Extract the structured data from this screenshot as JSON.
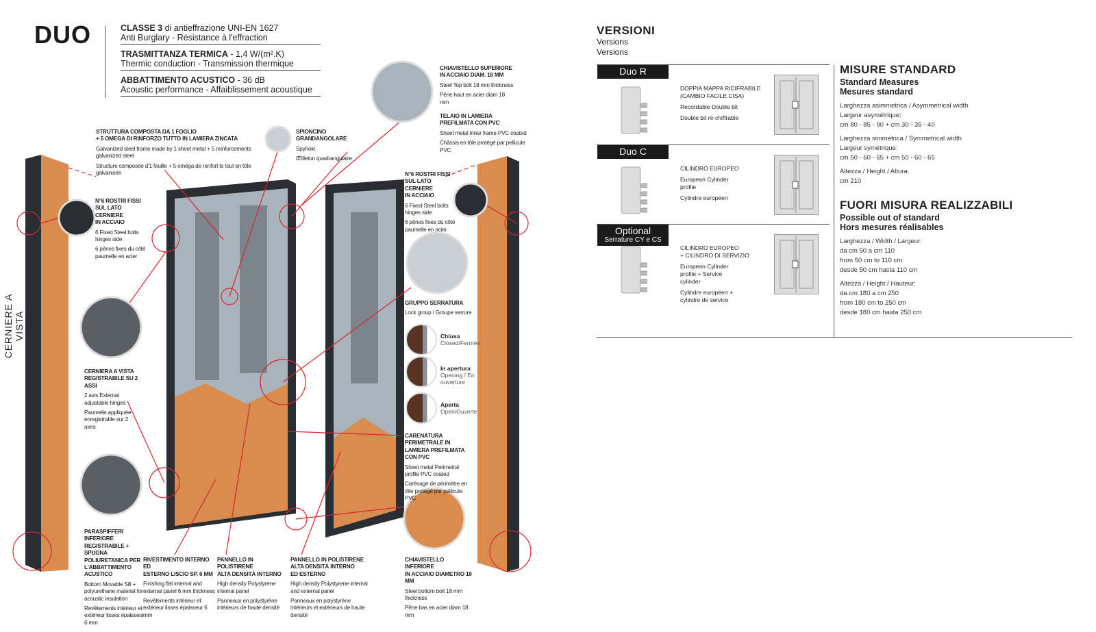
{
  "header": {
    "logo": "DUO",
    "specs": [
      {
        "bold": "CLASSE 3",
        "rest": " di antieffrazione UNI-EN 1627",
        "sub": "Anti Burglary - Résistance à l'effraction"
      },
      {
        "bold": "TRASMITTANZA TERMICA",
        "rest": " - 1,4 W/(m².K)",
        "sub": "Thermic conduction - Transmission thermique"
      },
      {
        "bold": "ABBATTIMENTO ACUSTICO",
        "rest": " - 36 dB",
        "sub": "Acoustic performance - Affaiblissement acoustique"
      }
    ]
  },
  "side_label": "CERNIERE A VISTA",
  "callouts": {
    "structure": {
      "title": [
        "STRUTTURA COMPOSTA DA 1 FOGLIO",
        "+ 5 OMEGA DI RINFORZO TUTTO IN LAMIERA ZINCATA"
      ],
      "lines": [
        "Galvanized steel frame made by 1 sheet metal + 5 reinforcements galvanized steel",
        "Structure composée d'1 feuille + 5 oméga de renfort le tout en tôle galvanisée"
      ]
    },
    "spyhole": {
      "title": [
        "SPIONCINO",
        "GRANDANGOLARE"
      ],
      "lines": [
        "Spyhole",
        "Œilleton quadrangulaire"
      ]
    },
    "top_bolt": {
      "title": [
        "CHIAVISTELLO SUPERIORE",
        "IN ACCIAIO DIAM. 18 mm"
      ],
      "lines": [
        "Steel Top bolt 18 mm thickness",
        "Pêne haut en acier diam 18 mm"
      ]
    },
    "inner_frame": {
      "title": [
        "TELAIO IN LAMIERA",
        "PREFILMATA CON PVC"
      ],
      "lines": [
        "Sheet metal inner frame PVC coated",
        "Châssis en tôle protégé par pellicule PVC"
      ]
    },
    "bolts_left": {
      "title": [
        "N°6 ROSTRI FISSI",
        "SUL LATO CERNIERE",
        "IN ACCIAIO"
      ],
      "lines": [
        "6 Fixed Steel bolts hinges side",
        "6 pênes fixes du côté paumelle en acier"
      ]
    },
    "bolts_right": {
      "title": [
        "N°6 ROSTRI FISSI",
        "SUL LATO CERNIERE",
        "IN ACCIAIO"
      ],
      "lines": [
        "6 Fixed Steel bolts hinges side",
        "6 pênes fixes du côté paumelle en acier"
      ]
    },
    "hinges": {
      "title": [
        "CERNIERA A VISTA",
        "REGISTRABILE SU 2 ASSI"
      ],
      "lines": [
        "2 axis External adjustable hinges",
        "Paumelle appliquée enregistrable sur 2 axes"
      ]
    },
    "lock_group": {
      "title": [
        "GRUPPO SERRATURA"
      ],
      "lines": [
        "Lock group / Groupe serrure"
      ]
    },
    "perimetral": {
      "title": [
        "CARENATURA PERIMETRALE IN",
        "LAMIERA PREFILMATA CON PVC"
      ],
      "lines": [
        "Sheet metal Perimetral profile PVC coated",
        "Carénage de périmètre en tôle protégé par pellicule PVC"
      ]
    },
    "sill": {
      "title": [
        "PARASPIFFERI INFERIORE",
        "REGISTRABILE + SPUGNA",
        "POLIURETANICA PER",
        "L'ABBATTIMENTO ACUSTICO"
      ],
      "lines": [
        "Bottom Movable Sill + polyurethane material for acoustic insulation",
        "Revêtements intérieur et extérieur lisses épaisseur 6 mm"
      ]
    },
    "finishing": {
      "title": [
        "RIVESTIMENTO INTERNO ED",
        "ESTERNO LISCIO SP. 6 mm"
      ],
      "lines": [
        "Finishing flat internal and external panel 6 mm thickness",
        "Revêtements intérieur et extérieur lisses épaisseur 6 mm"
      ]
    },
    "poly_int": {
      "title": [
        "PANNELLO IN POLISTIRENE",
        "ALTA DENSITÀ INTERNO"
      ],
      "lines": [
        "High density Polystyrene internal panel",
        "Panneaux en polystyrène intérieurs de haute densité"
      ]
    },
    "poly_ext": {
      "title": [
        "PANNELLO IN POLISTIRENE",
        "ALTA DENSITÀ INTERNO",
        "ED ESTERNO"
      ],
      "lines": [
        "High density Polystyrene internal and external panel",
        "Panneaux en polystyrène intérieurs et extérieurs de haute densité"
      ]
    },
    "bottom_bolt": {
      "title": [
        "CHIAVISTELLO INFERIORE",
        "IN ACCIAIO DIAMETRO 18 mm"
      ],
      "lines": [
        "Steel bottom bolt 18 mm thickness",
        "Pêne bas en acier diam 18 mm"
      ]
    }
  },
  "lock_states": [
    {
      "title": "Chiusa",
      "sub": "Closed/Fermée"
    },
    {
      "title": "In apertura",
      "sub": "Opening / En ouverture"
    },
    {
      "title": "Aperta",
      "sub": "Open/Ouverte"
    }
  ],
  "versions": {
    "title": "VERSIONI",
    "sub1": "Versions",
    "sub2": "Versions",
    "items": [
      {
        "tag": "Duo R",
        "tag_sub": "",
        "title": [
          "DOPPIA MAPPA RICIFRABILE",
          "(CAMBIO FACILE CISA)"
        ],
        "lines": [
          "Recordable Double bit",
          "Double bit ré-chiffrable"
        ]
      },
      {
        "tag": "Duo C",
        "tag_sub": "",
        "title": [
          "CILINDRO EUROPEO"
        ],
        "lines": [
          "European Cylinder profile",
          "Cylindre européen"
        ]
      },
      {
        "tag": "Optional",
        "tag_sub": "Serrature CY e CS",
        "title": [
          "CILINDRO EUROPEO",
          "+ CILINDRO DI SERVIZIO"
        ],
        "lines": [
          "European Cylinder profile + Service cylinder",
          "Cylindre européen + cylindre de service"
        ]
      }
    ]
  },
  "measures": {
    "title": "MISURE STANDARD",
    "sub1": "Standard Measures",
    "sub2": "Mesures standard",
    "blocks": [
      [
        "Larghezza asimmetrica / Asymmetrical  width",
        "Largeur asymétrique:",
        "cm 80 - 85 - 90 + cm 30 - 35 - 40"
      ],
      [
        "Larghezza simmetrica / Symmetrical  width",
        "Largeur symétrique:",
        "cm 50 - 60 - 65 + cm 50 - 60 - 65"
      ],
      [
        "Altezza / Height / Altura:",
        "cm 210"
      ]
    ]
  },
  "custom": {
    "title": "FUORI MISURA REALIZZABILI",
    "sub1": "Possible out of standard",
    "sub2": "Hors mesures réalisables",
    "blocks": [
      [
        "Larghezza / Width / Largeur:",
        "da cm 50 a cm 110",
        "from 50 cm to 110 cm",
        "desde 50 cm hasta 110 cm"
      ],
      [
        "Altezza / Height / Hauteur:",
        "da cm 180 a cm 250",
        "from 180 cm to 250 cm",
        "desde 180 cm hasta 250 cm"
      ]
    ]
  },
  "colors": {
    "red": "#d9252f",
    "wood": "#d98c4e",
    "frame": "#2a2d31",
    "steel": "#a9b3bb"
  }
}
